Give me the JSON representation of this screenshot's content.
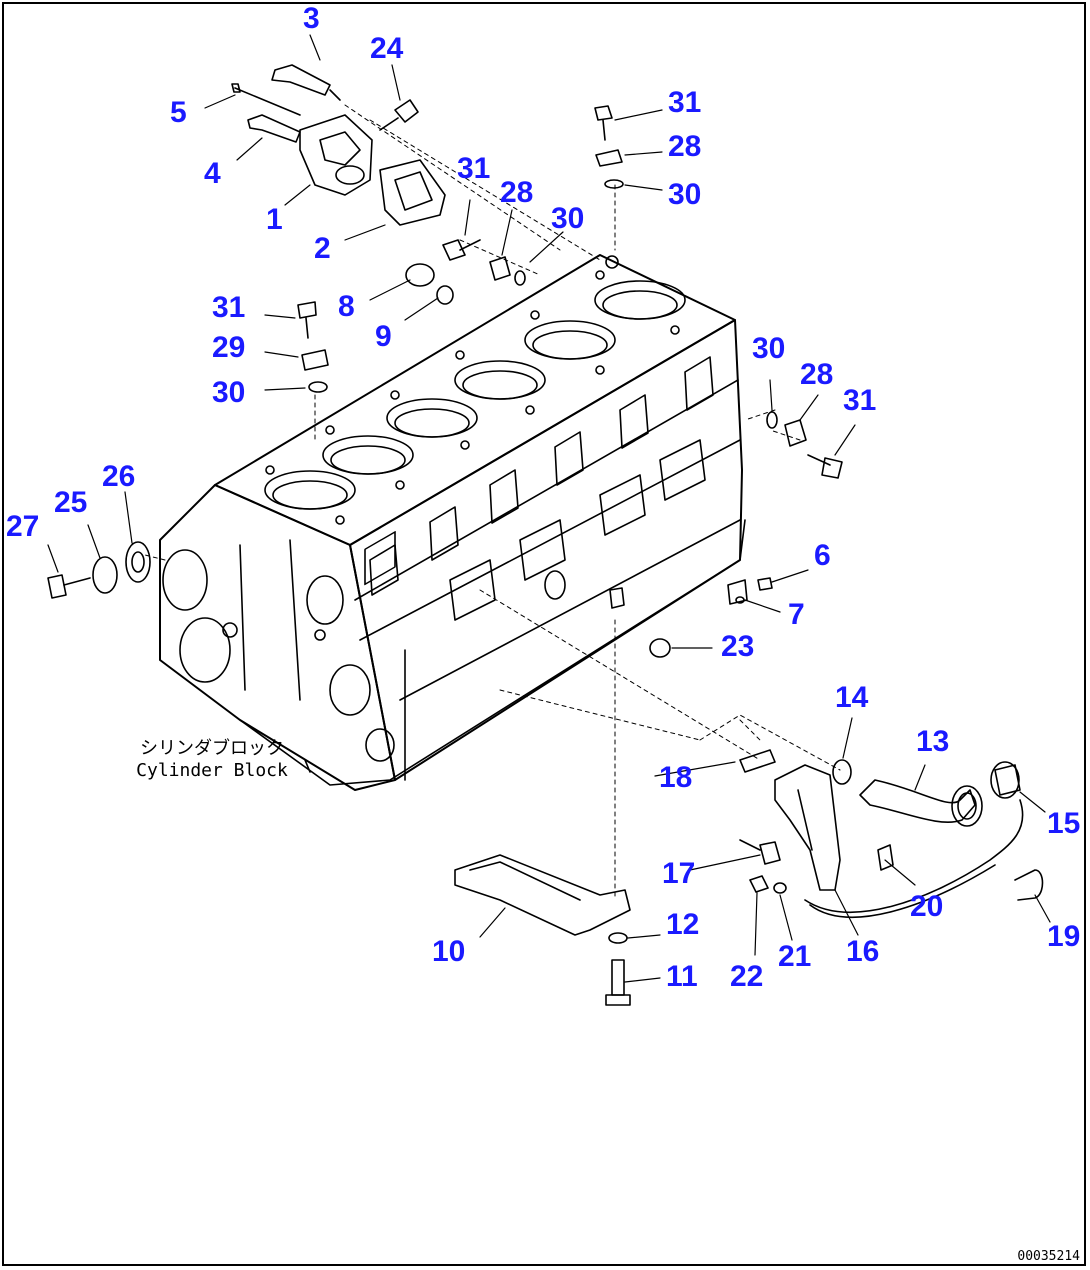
{
  "caption": {
    "japanese": "シリンダブロック",
    "english": "Cylinder Block"
  },
  "drawing_number": "00035214",
  "callouts": [
    {
      "id": "c3",
      "label": "3"
    },
    {
      "id": "c24",
      "label": "24"
    },
    {
      "id": "c5",
      "label": "5"
    },
    {
      "id": "c4",
      "label": "4"
    },
    {
      "id": "c1",
      "label": "1"
    },
    {
      "id": "c2",
      "label": "2"
    },
    {
      "id": "c31a",
      "label": "31"
    },
    {
      "id": "c28a",
      "label": "28"
    },
    {
      "id": "c30a",
      "label": "30"
    },
    {
      "id": "c31b",
      "label": "31"
    },
    {
      "id": "c28b",
      "label": "28"
    },
    {
      "id": "c30b",
      "label": "30"
    },
    {
      "id": "c8",
      "label": "8"
    },
    {
      "id": "c9",
      "label": "9"
    },
    {
      "id": "c31c",
      "label": "31"
    },
    {
      "id": "c29",
      "label": "29"
    },
    {
      "id": "c30c",
      "label": "30"
    },
    {
      "id": "c30d",
      "label": "30"
    },
    {
      "id": "c28c",
      "label": "28"
    },
    {
      "id": "c31d",
      "label": "31"
    },
    {
      "id": "c27",
      "label": "27"
    },
    {
      "id": "c25",
      "label": "25"
    },
    {
      "id": "c26",
      "label": "26"
    },
    {
      "id": "c6",
      "label": "6"
    },
    {
      "id": "c7",
      "label": "7"
    },
    {
      "id": "c23",
      "label": "23"
    },
    {
      "id": "c14",
      "label": "14"
    },
    {
      "id": "c13",
      "label": "13"
    },
    {
      "id": "c18",
      "label": "18"
    },
    {
      "id": "c15",
      "label": "15"
    },
    {
      "id": "c17",
      "label": "17"
    },
    {
      "id": "c20",
      "label": "20"
    },
    {
      "id": "c19",
      "label": "19"
    },
    {
      "id": "c10",
      "label": "10"
    },
    {
      "id": "c12",
      "label": "12"
    },
    {
      "id": "c11",
      "label": "11"
    },
    {
      "id": "c22",
      "label": "22"
    },
    {
      "id": "c21",
      "label": "21"
    },
    {
      "id": "c16",
      "label": "16"
    }
  ]
}
